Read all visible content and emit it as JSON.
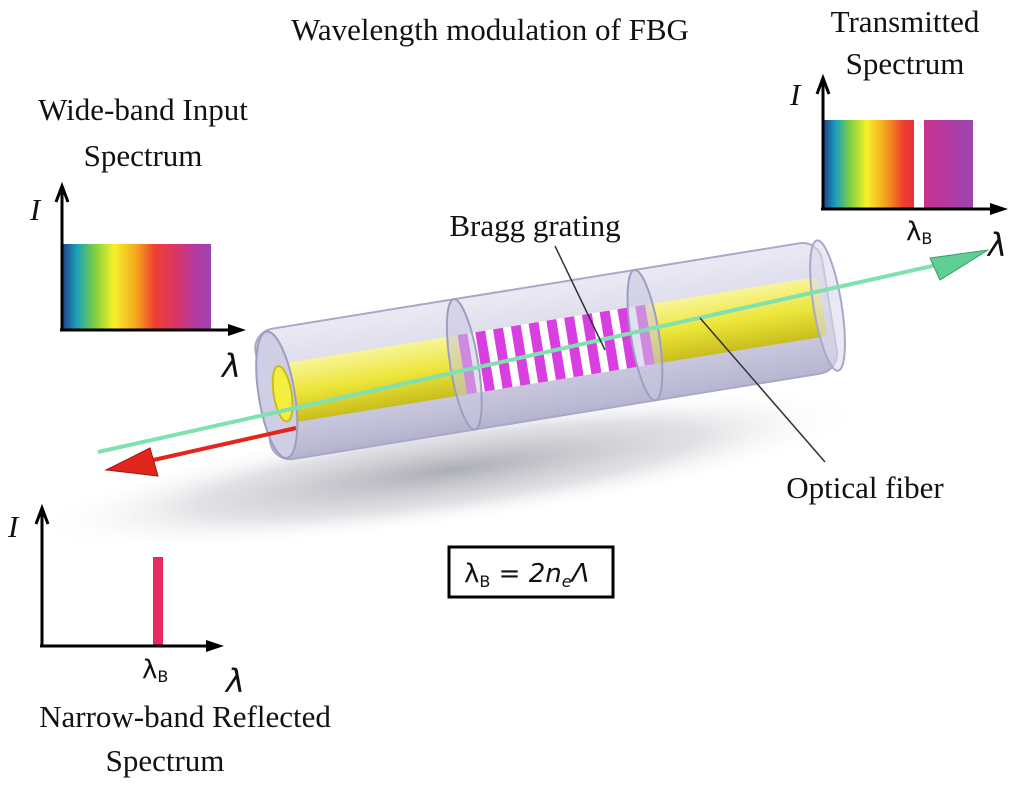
{
  "title": "Wavelength modulation of FBG",
  "input_spectrum": {
    "label_line1": "Wide-band Input",
    "label_line2": "Spectrum",
    "axis_y": "I",
    "axis_x": "λ"
  },
  "transmitted_spectrum": {
    "label_line1": "Transmitted",
    "label_line2": "Spectrum",
    "axis_y": "I",
    "axis_x": "λ",
    "marker": "λ",
    "marker_sub": "B"
  },
  "reflected_spectrum": {
    "label_line1": "Narrow-band Reflected",
    "label_line2": "Spectrum",
    "axis_y": "I",
    "axis_x": "λ",
    "marker": "λ",
    "marker_sub": "B"
  },
  "labels": {
    "bragg_grating": "Bragg grating",
    "optical_fiber": "Optical fiber"
  },
  "formula": {
    "lhs": "λ",
    "lhs_sub": "B",
    "equals": " = ",
    "rhs_a": "2n",
    "rhs_sub": "e",
    "rhs_b": "Λ"
  },
  "colors": {
    "core": "#ecea3a",
    "cladding": "#b9b8d6",
    "grating": "#d93fe0",
    "input_arrow": "#7fe0b0",
    "reflected_arrow": "#e2261e",
    "reflected_peak": "#e82a60"
  }
}
